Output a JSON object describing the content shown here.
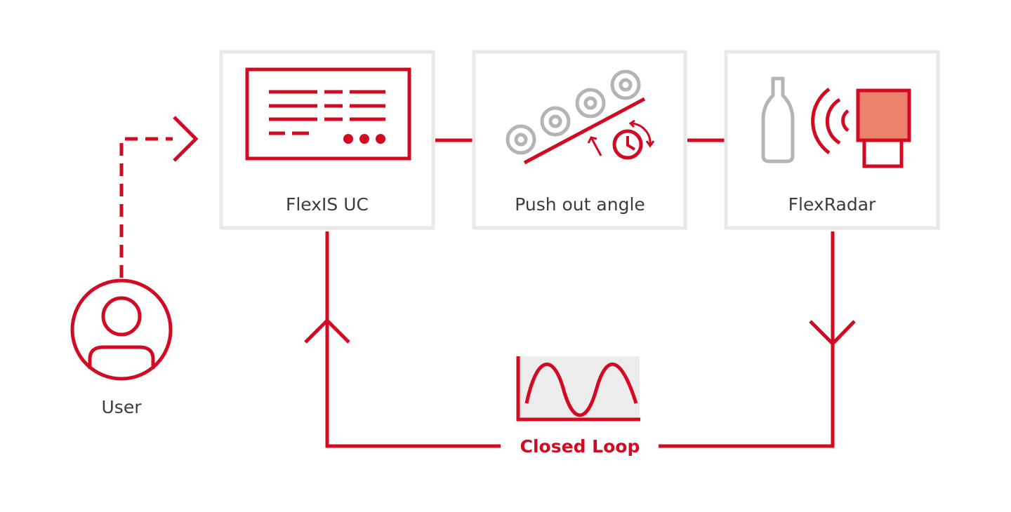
{
  "nodes": {
    "flexis_uc": "FlexIS UC",
    "push_out_angle": "Push out angle",
    "flexradar": "FlexRadar",
    "user": "User"
  },
  "loop": {
    "label": "Closed Loop"
  },
  "icons": {
    "control_unit": "control-unit-icon",
    "rollers": "conveyor-rollers-icon",
    "timer": "timer-icon",
    "bottle": "bottle-icon",
    "radar": "radar-sensor-icon",
    "user": "user-icon",
    "wave": "waveform-icon"
  },
  "colors": {
    "accent": "#d20a22",
    "box_border": "#e8e8e8",
    "icon_grey": "#b4b4b4",
    "sensor_fill": "#ec826c",
    "graph_bg": "#ececec",
    "text": "#3c3c3c"
  }
}
